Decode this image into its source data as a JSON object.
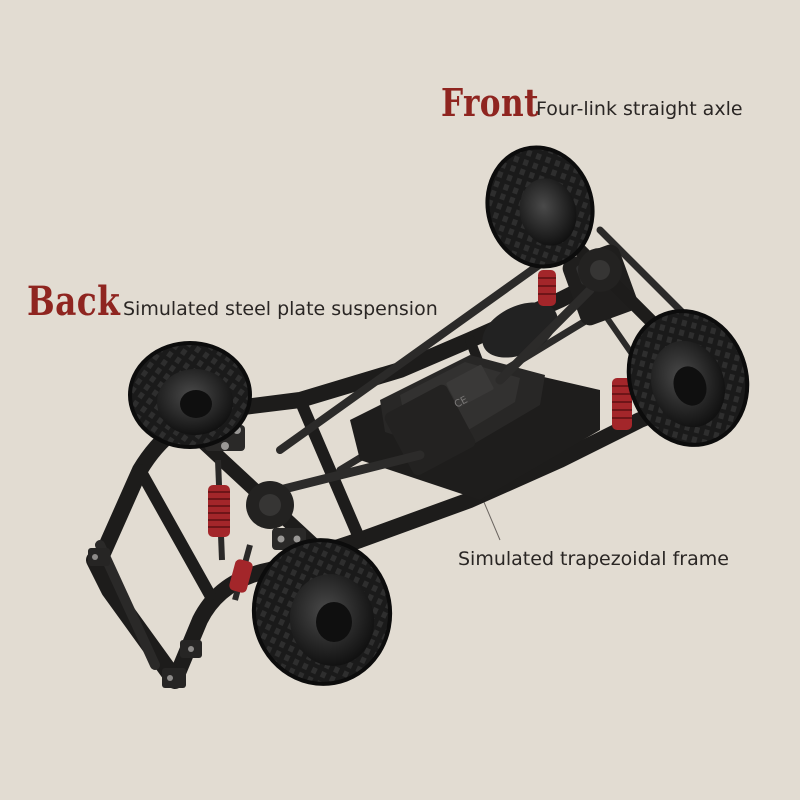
{
  "labels": {
    "front": {
      "heading": "Front",
      "description": "Four-link straight axle"
    },
    "back": {
      "heading": "Back",
      "description": "Simulated steel plate suspension"
    },
    "frame": {
      "description": "Simulated trapezoidal frame"
    }
  },
  "colors": {
    "background": "#e2dcd2",
    "heading": "#8f2520",
    "text": "#2a2624",
    "chassis": "#1d1c1b",
    "tire": "#141414",
    "shock_spring": "#a3262a"
  }
}
